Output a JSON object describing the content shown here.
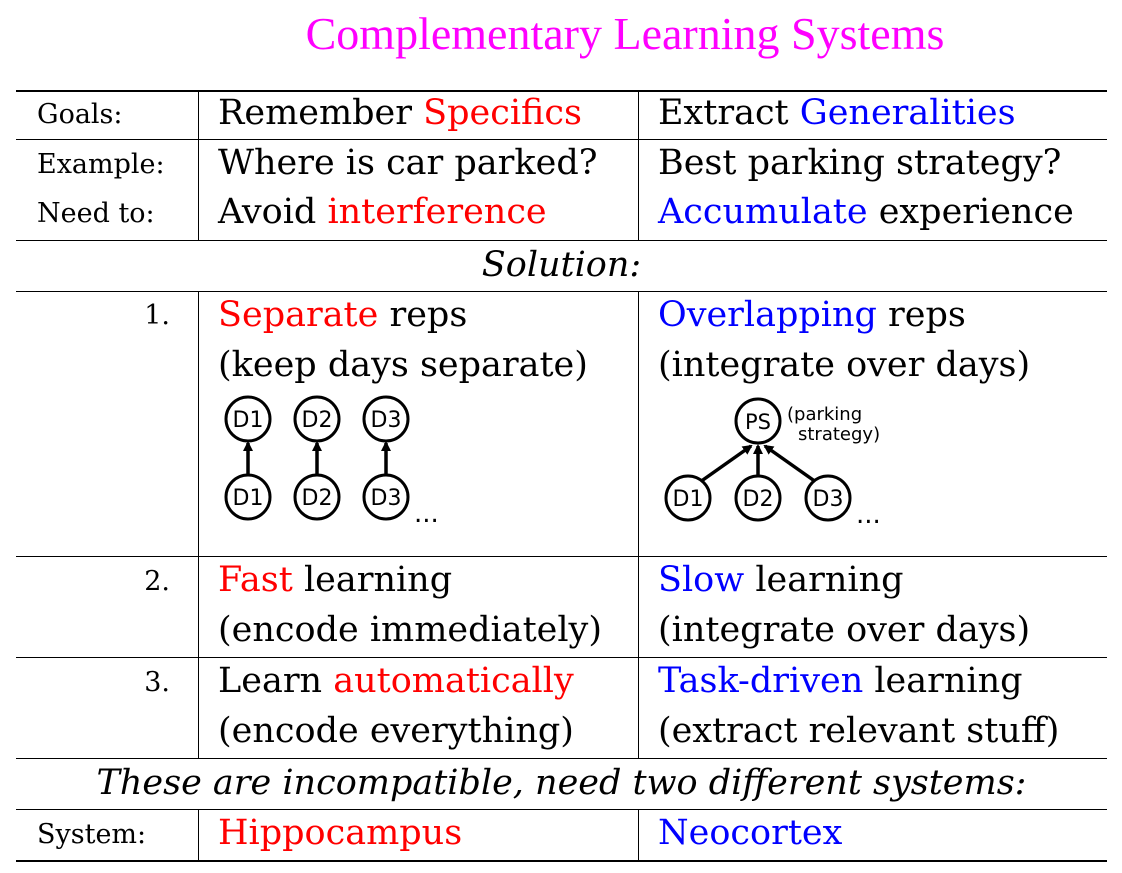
{
  "title": "Complementary Learning Systems",
  "colors": {
    "title": "#ff00ff",
    "left_key": "#ff0000",
    "right_key": "#0000ff"
  },
  "rows": {
    "goals": {
      "label": "Goals:",
      "left_pre": "Remember ",
      "left_key": "Specifics",
      "right_pre": "Extract ",
      "right_key": "Generalities"
    },
    "example": {
      "label": "Example:",
      "left": "Where is car parked?",
      "right": "Best parking strategy?"
    },
    "need": {
      "label": "Need to:",
      "left_pre": "Avoid ",
      "left_key": "interference",
      "right_key": "Accumulate",
      "right_post": " experience"
    },
    "solution": "Solution:",
    "one": {
      "num": "1.",
      "left_key": "Separate",
      "left_post": " reps",
      "left_line2": "(keep days separate)",
      "right_key": "Overlapping",
      "right_post": " reps",
      "right_line2": "(integrate over days)"
    },
    "two": {
      "num": "2.",
      "left_key": "Fast",
      "left_post": " learning",
      "left_line2": "(encode immediately)",
      "right_key": "Slow",
      "right_post": " learning",
      "right_line2": "(integrate over days)"
    },
    "three": {
      "num": "3.",
      "left_pre": "Learn ",
      "left_key": "automatically",
      "left_line2": "(encode everything)",
      "right_key": "Task-driven",
      "right_post": " learning",
      "right_line2": "(extract relevant stuff)"
    },
    "incompatible": "These are incompatible, need two different systems:",
    "system": {
      "label": "System:",
      "left": "Hippocampus",
      "right": "Neocortex"
    }
  },
  "diagrams": {
    "left": {
      "top_nodes": [
        "D1",
        "D2",
        "D3"
      ],
      "bottom_nodes": [
        "D1",
        "D2",
        "D3"
      ],
      "ellipsis": "..."
    },
    "right": {
      "top_node": "PS",
      "top_note_line1": "(parking",
      "top_note_line2": "strategy)",
      "bottom_nodes": [
        "D1",
        "D2",
        "D3"
      ],
      "ellipsis": "..."
    }
  }
}
